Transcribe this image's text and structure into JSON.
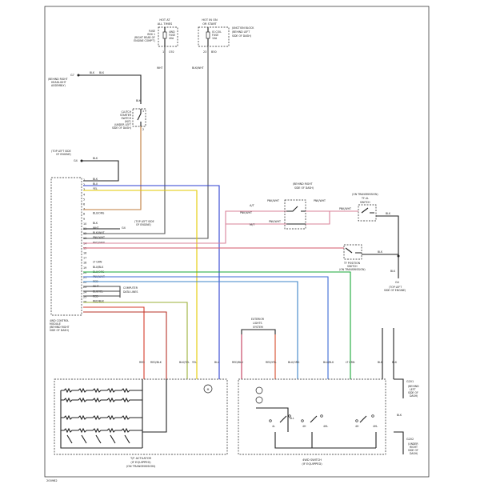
{
  "diagram_id": "200982",
  "top_sources": [
    {
      "lines": [
        "HOT AT",
        "ALL TIMES"
      ]
    },
    {
      "lines": [
        "HOT IN ON",
        "OR START"
      ]
    }
  ],
  "fuses": [
    {
      "lines": [
        "4WD",
        "FUSE",
        "40A"
      ],
      "location": [
        "FUSE",
        "BOX 1",
        "(RIGHT REAR OF",
        "ENGINE COMP'T)"
      ],
      "pins": [
        "1",
        "C92"
      ]
    },
    {
      "lines": [
        "IG COIL",
        "FUSE",
        "10A"
      ],
      "location": [
        "JUNCTION BLOCK",
        "(BEHIND LEFT",
        "SIDE OF DASH)"
      ],
      "pins": [
        "23",
        "B50"
      ]
    }
  ],
  "wire_colors": {
    "WHT": "WHT",
    "BLKWHT": "BLK/WHT",
    "BLK": "BLK",
    "BLU": "BLU",
    "YEL": "YEL",
    "BLUORG": "BLU/ORG",
    "BLKWHT2": "BLK/WHT",
    "PNKWHT": "PNK/WHT",
    "REDGRN": "RED/GRN",
    "LTGRN": "LT GRN",
    "BLUBLK": "BLU/BLK",
    "RED": "RED",
    "BLKYEL": "BLK/YEL",
    "REDBLK": "RED/BLK",
    "REDBLU": "RED/BLU",
    "REDYEL": "RED/YEL"
  },
  "ground_top": {
    "pin": "G7",
    "lines": [
      "(BEHIND RIGHT",
      "HEADLIGHT",
      "ASSEMBLY)"
    ]
  },
  "clutch_switch": {
    "lines": [
      "CLUTCH",
      "STARTER",
      "SWITCH",
      "(M/T)",
      "(UNDER LEFT",
      "SIDE OF DASH)"
    ],
    "pins": [
      "1",
      "2"
    ]
  },
  "ground_engine": {
    "pin": "G4",
    "lines": [
      "(TOP LEFT SIDE",
      "OF ENGINE)"
    ]
  },
  "ground_engine2": {
    "pin": "G4",
    "lines": [
      "(TOP LEFT SIDE",
      "OF ENGINE)"
    ]
  },
  "control_module": {
    "lines": [
      "4WD CONTROL",
      "MODULE",
      "(BEHIND RIGHT",
      "SIDE OF DASH)"
    ],
    "pins": [
      {
        "n": "1",
        "label": "BLK"
      },
      {
        "n": "2",
        "label": "BLU"
      },
      {
        "n": "3",
        "label": "YEL"
      },
      {
        "n": "4",
        "label": ""
      },
      {
        "n": "5",
        "label": ""
      },
      {
        "n": "6",
        "label": ""
      },
      {
        "n": "7",
        "label": ""
      },
      {
        "n": "8",
        "label": "BLU/ORG"
      },
      {
        "n": "9",
        "label": ""
      },
      {
        "n": "10",
        "label": "BLK"
      },
      {
        "n": "11",
        "label": "WHT"
      },
      {
        "n": "12",
        "label": "BLK/WHT"
      },
      {
        "n": "13",
        "label": "PNK/WHT"
      },
      {
        "n": "14",
        "label": "RED/GRN"
      },
      {
        "n": "15",
        "label": ""
      },
      {
        "n": "16",
        "label": ""
      },
      {
        "n": "17",
        "label": ""
      },
      {
        "n": "18",
        "label": "LT GRN"
      },
      {
        "n": "19",
        "label": "BLU/BLK"
      },
      {
        "n": "20",
        "label": "BLU/ORG"
      },
      {
        "n": "21",
        "label": "PNK/WHT"
      },
      {
        "n": "22",
        "label": "RED"
      },
      {
        "n": "23",
        "label": "WHT"
      },
      {
        "n": "24",
        "label": "BLK/YEL"
      },
      {
        "n": "25",
        "label": "RED"
      },
      {
        "n": "26",
        "label": "RED/BLK"
      }
    ]
  },
  "computer_data_lines": [
    "COMPUTER",
    "DATA LINES"
  ],
  "tf_4l_switch": {
    "lines": [
      "(ON TRANSMISSION)",
      "TF-4L",
      "SWITCH"
    ]
  },
  "behind_dash": {
    "lines": [
      "(BEHIND RIGHT",
      "SIDE OF DASH)"
    ]
  },
  "at_label": "A/T",
  "mt_label": "M/T",
  "tf_position_switch": {
    "lines": [
      "TF POSITION",
      "SWITCH",
      "(ON TRANSMISSION)"
    ]
  },
  "ground_g4": {
    "pin": "G4",
    "lines": [
      "(TOP LEFT",
      "SIDE OF ENGINE)"
    ]
  },
  "exterior_lights": {
    "lines": [
      "EXTERIOR",
      "LIGHTS",
      "SYSTEM"
    ]
  },
  "actuator": {
    "lines": [
      "T/F ACTUATOR",
      "(IF EQUIPPED)",
      "(ON TRANSMISSION)"
    ]
  },
  "switch_4wd": {
    "lines": [
      "4WD SWITCH",
      "(IF EQUIPPED)"
    ]
  },
  "g201": {
    "pin": "G201",
    "lines": [
      "(BEHIND",
      "LEFT",
      "SIDE OF",
      "DASH)"
    ]
  },
  "g202": {
    "pin": "G202",
    "lines": [
      "(UNDER",
      "RIGHT",
      "SIDE OF",
      "DASH)"
    ]
  },
  "bottom_wire_labels": [
    "RED",
    "RED/BLK",
    "BLK/YEL",
    "YEL",
    "BLU",
    "RED/BLU",
    "RED/YEL",
    "BLU/ORG",
    "BLU/BLK",
    "LT GRN",
    "BLK",
    "BLK"
  ],
  "switch_labels": [
    "4L",
    "4H",
    "4LL",
    "4HL",
    "4H",
    "4HL"
  ]
}
